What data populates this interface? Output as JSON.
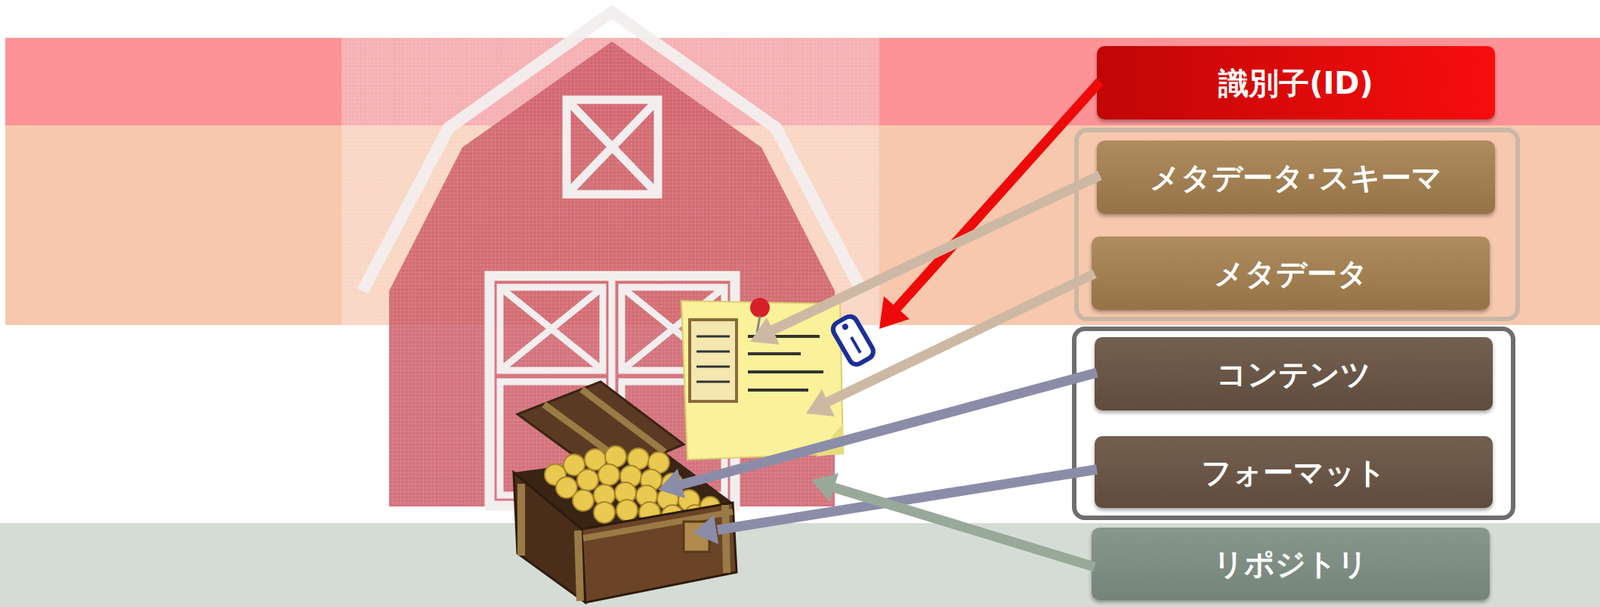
{
  "diagram": {
    "nodes": [
      {
        "text": [
          "識別子(ID)"
        ]
      },
      {
        "text": [
          "メタデータ･スキーマ"
        ]
      },
      {
        "text": [
          "メタデータ"
        ]
      },
      {
        "text": [
          "コンテンツ"
        ]
      },
      {
        "text": [
          "フォーマット"
        ]
      },
      {
        "text": [
          "リポジトリ"
        ]
      }
    ]
  }
}
